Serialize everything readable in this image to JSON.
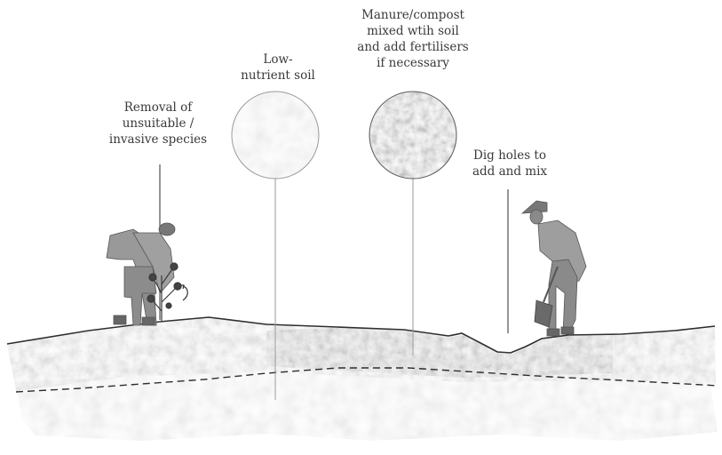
{
  "labels": {
    "removal": [
      "Removal of",
      "unsuitable /",
      "invasive species"
    ],
    "low_nutrient": [
      "Low-",
      "nutrient soil"
    ],
    "manure": [
      "Manure/compost",
      "mixed wtih soil",
      "and add fertilisers",
      "if necessary"
    ],
    "dig": [
      "Dig holes to",
      "add and mix"
    ]
  },
  "colors": {
    "text": "#3a3a3a",
    "soil_top": "#a9a9a9",
    "soil_bottom": "#cdcdcd",
    "line": "#2e2e2e",
    "leader": "#9a9a9a"
  },
  "icons": [
    "gardener-with-backpack-icon",
    "shrub-icon",
    "gardener-digging-icon",
    "shovel-icon"
  ]
}
